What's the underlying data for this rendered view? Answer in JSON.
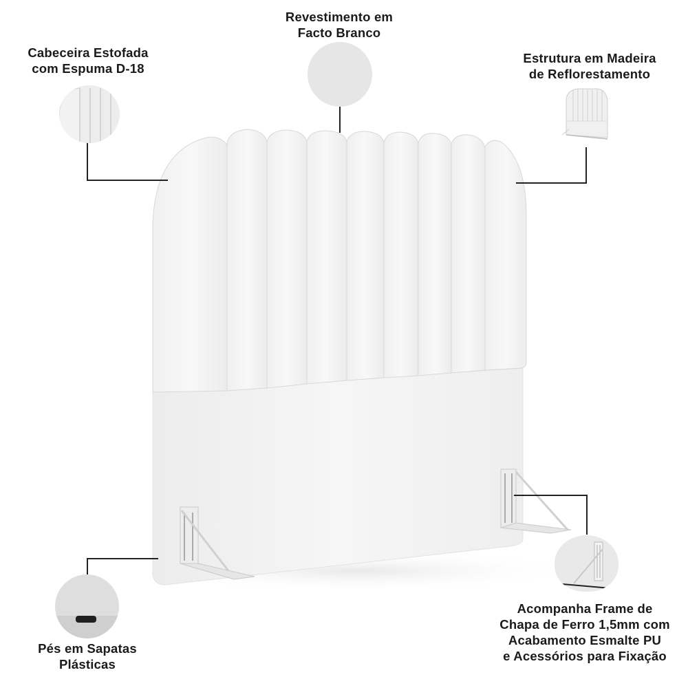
{
  "features": [
    {
      "id": "upholstered",
      "lines": [
        "Cabeceira Estofada",
        "com Espuma D-18"
      ]
    },
    {
      "id": "covering",
      "lines": [
        "Revestimento em",
        "Facto Branco"
      ]
    },
    {
      "id": "structure",
      "lines": [
        "Estrutura em Madeira",
        "de Reflorestamento"
      ]
    },
    {
      "id": "feet",
      "lines": [
        "Pés em Sapatas",
        "Plásticas"
      ]
    },
    {
      "id": "frame",
      "lines": [
        "Acompanha Frame de",
        "Chapa de Ferro 1,5mm com",
        "Acabamento Esmalte PU",
        "e Acessórios para Fixação"
      ]
    }
  ],
  "product": {
    "name": "headboard",
    "color": "#f4f4f4",
    "panel_count": 9,
    "swatch_color": "#e6e6e6"
  }
}
